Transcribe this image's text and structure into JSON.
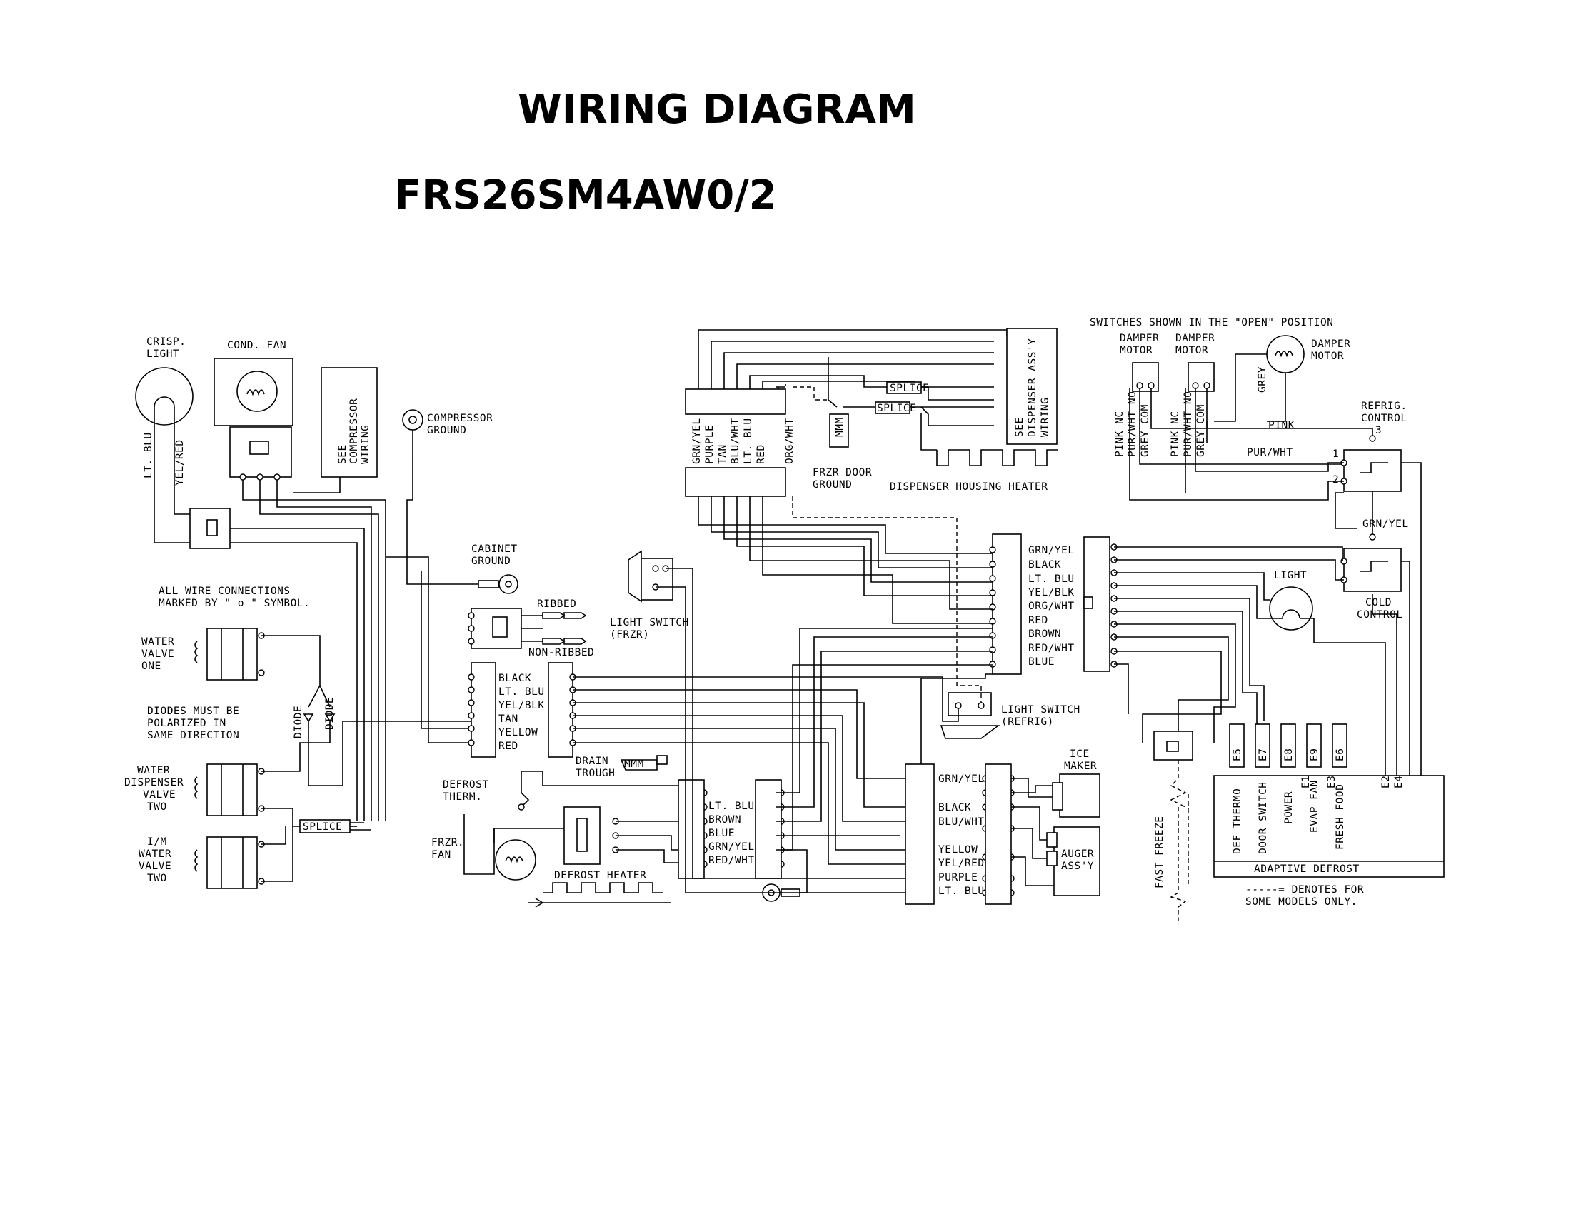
{
  "title": "WIRING DIAGRAM",
  "model": "FRS26SM4AW0/2",
  "labels": {
    "crisp_light": [
      "CRISP.",
      "LIGHT"
    ],
    "cond_fan": "COND. FAN",
    "see_compressor": [
      "SEE",
      "COMPRESSOR",
      "WIRING"
    ],
    "compressor_ground": [
      "COMPRESSOR",
      "GROUND"
    ],
    "lt_blu": "LT. BLU",
    "yel_red": "YEL/RED",
    "cabinet_ground": [
      "CABINET",
      "GROUND"
    ],
    "all_wire": [
      "ALL WIRE CONNECTIONS",
      "MARKED BY \" o \" SYMBOL."
    ],
    "ribbed": "RIBBED",
    "non_ribbed": "NON-RIBBED",
    "water_valve_one": [
      "WATER",
      "VALVE",
      "ONE"
    ],
    "diodes_note": [
      "DIODES MUST BE",
      "POLARIZED IN",
      "SAME DIRECTION"
    ],
    "diode": "DIODE",
    "water_dispenser": [
      "WATER",
      "DISPENSER",
      "VALVE",
      "TWO"
    ],
    "im_water": [
      "I/M",
      "WATER",
      "VALVE",
      "TWO"
    ],
    "splice": "SPLICE",
    "harness1": [
      "BLACK",
      "LT. BLU",
      "YEL/BLK",
      "TAN",
      "YELLOW",
      "RED"
    ],
    "drain_trough": [
      "DRAIN",
      "TROUGH"
    ],
    "defrost_therm": [
      "DEFROST",
      "THERM."
    ],
    "frzr_fan": [
      "FRZR.",
      "FAN"
    ],
    "defrost_heater": "DEFROST HEATER",
    "light_switch_frzr": [
      "LIGHT SWITCH",
      "(FRZR)"
    ],
    "vertical_harness": [
      "GRN/YEL",
      "PURPLE",
      "TAN",
      "BLU/WHT",
      "LT. BLU",
      "RED",
      "ORG/WHT"
    ],
    "frzr_door_ground": [
      "FRZR DOOR",
      "GROUND"
    ],
    "dispenser_housing_heater": "DISPENSER HOUSING HEATER",
    "see_dispenser": [
      "SEE",
      "DISPENSER ASS'Y",
      "WIRING"
    ],
    "harness2": [
      "LT. BLU",
      "BROWN",
      "BLUE",
      "GRN/YEL",
      "RED/WHT"
    ],
    "main_connector": [
      "GRN/YEL",
      "BLACK",
      "LT. BLU",
      "YEL/BLK",
      "ORG/WHT",
      "RED",
      "BROWN",
      "RED/WHT",
      "BLUE"
    ],
    "light_switch_refrig": [
      "LIGHT SWITCH",
      "(REFRIG)"
    ],
    "harness3": [
      "GRN/YEL",
      "BLACK",
      "BLU/WHT",
      "YELLOW",
      "YEL/RED",
      "PURPLE",
      "LT. BLU"
    ],
    "ice_maker": [
      "ICE",
      "MAKER"
    ],
    "auger": [
      "AUGER",
      "ASS'Y"
    ],
    "switches_shown": "SWITCHES SHOWN IN THE \"OPEN\" POSITION",
    "damper_motor": [
      "DAMPER",
      "MOTOR"
    ],
    "damper_wires": [
      "PINK NC",
      "PUR/WHT NO",
      "GREY COM"
    ],
    "grey": "GREY",
    "pink": "PINK",
    "pur_wht": "PUR/WHT",
    "grn_yel": "GRN/YEL",
    "refrig_control": [
      "REFRIG.",
      "CONTROL"
    ],
    "pin_numbers": [
      "1",
      "2",
      "3"
    ],
    "light": "LIGHT",
    "cold_control": [
      "COLD",
      "CONTROL"
    ],
    "fast_freeze": "FAST FREEZE",
    "e_terminals": [
      "E5",
      "E7",
      "E8",
      "E9",
      "E6"
    ],
    "adaptive_labels": [
      "DEF THERMO",
      "DOOR SWITCH",
      "POWER",
      "EVAP FAN",
      "E1",
      "FRESH FOOD",
      "E3",
      "E2",
      "E4"
    ],
    "adaptive_defrost": "ADAPTIVE DEFROST",
    "denotes": [
      "-----= DENOTES FOR",
      "SOME MODELS ONLY."
    ]
  }
}
